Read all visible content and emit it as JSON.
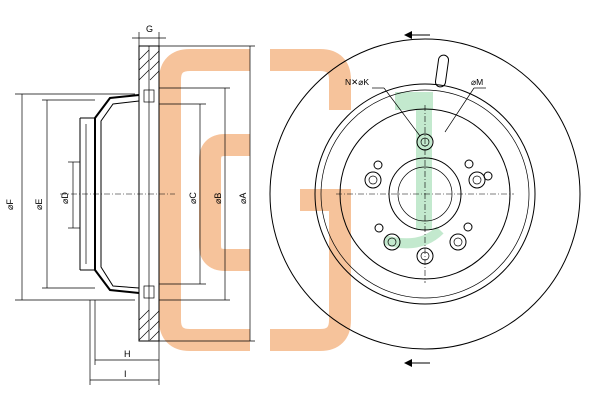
{
  "dimension_labels": {
    "A": "⌀A",
    "B": "⌀B",
    "C": "⌀C",
    "D": "⌀D",
    "E": "⌀E",
    "F": "⌀F",
    "G": "G",
    "H": "H",
    "I": "I",
    "K": "N✕⌀K",
    "M": "⌀M"
  },
  "colors": {
    "logo_orange": "#f5b98a",
    "logo_green": "#b9e6c6",
    "line": "#000000"
  },
  "icons": [
    "rotation-arrow-icon",
    "watermark-logo"
  ]
}
